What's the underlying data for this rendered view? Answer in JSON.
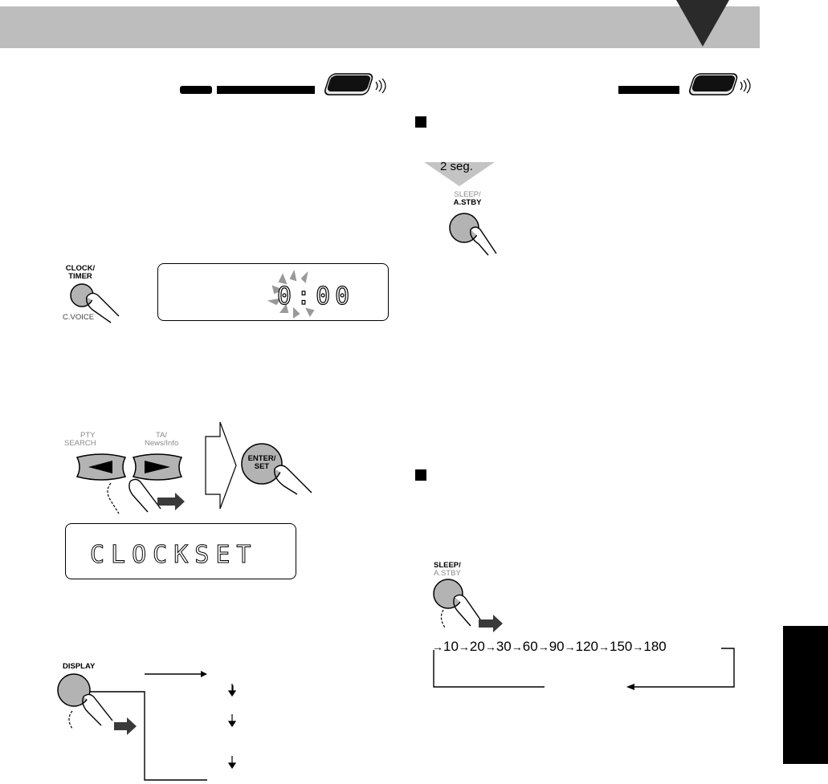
{
  "icons": {
    "header": "page-next-arrow-icon",
    "remote": "remote-control-icon",
    "press": "finger-press-icon"
  },
  "buttons": {
    "clock_timer": {
      "line1": "CLOCK/",
      "line2": "TIMER",
      "sub": "C.VOICE"
    },
    "pty_search": {
      "line1": "PTY",
      "line2": "SEARCH"
    },
    "ta_news": {
      "line1": "TA/",
      "line2": "News/Info"
    },
    "enter_set": {
      "line1": "ENTER/",
      "line2": "SET"
    },
    "display": {
      "label": "DISPLAY"
    },
    "sleep_top": {
      "line1": "SLEEP/",
      "line2": "A.STBY"
    },
    "sleep_bottom": {
      "line1": "SLEEP/",
      "line2": "A.STBY"
    }
  },
  "displays": {
    "clock_blink": "0:00",
    "clock_set": "CLOCKSET"
  },
  "hold_badge": {
    "label": "2 seg."
  },
  "sleep_sequence": [
    "10",
    "20",
    "30",
    "60",
    "90",
    "120",
    "150",
    "180"
  ],
  "colors": {
    "header": "#bdbdbd",
    "button": "#b3b3b3",
    "ink": "#000000"
  }
}
